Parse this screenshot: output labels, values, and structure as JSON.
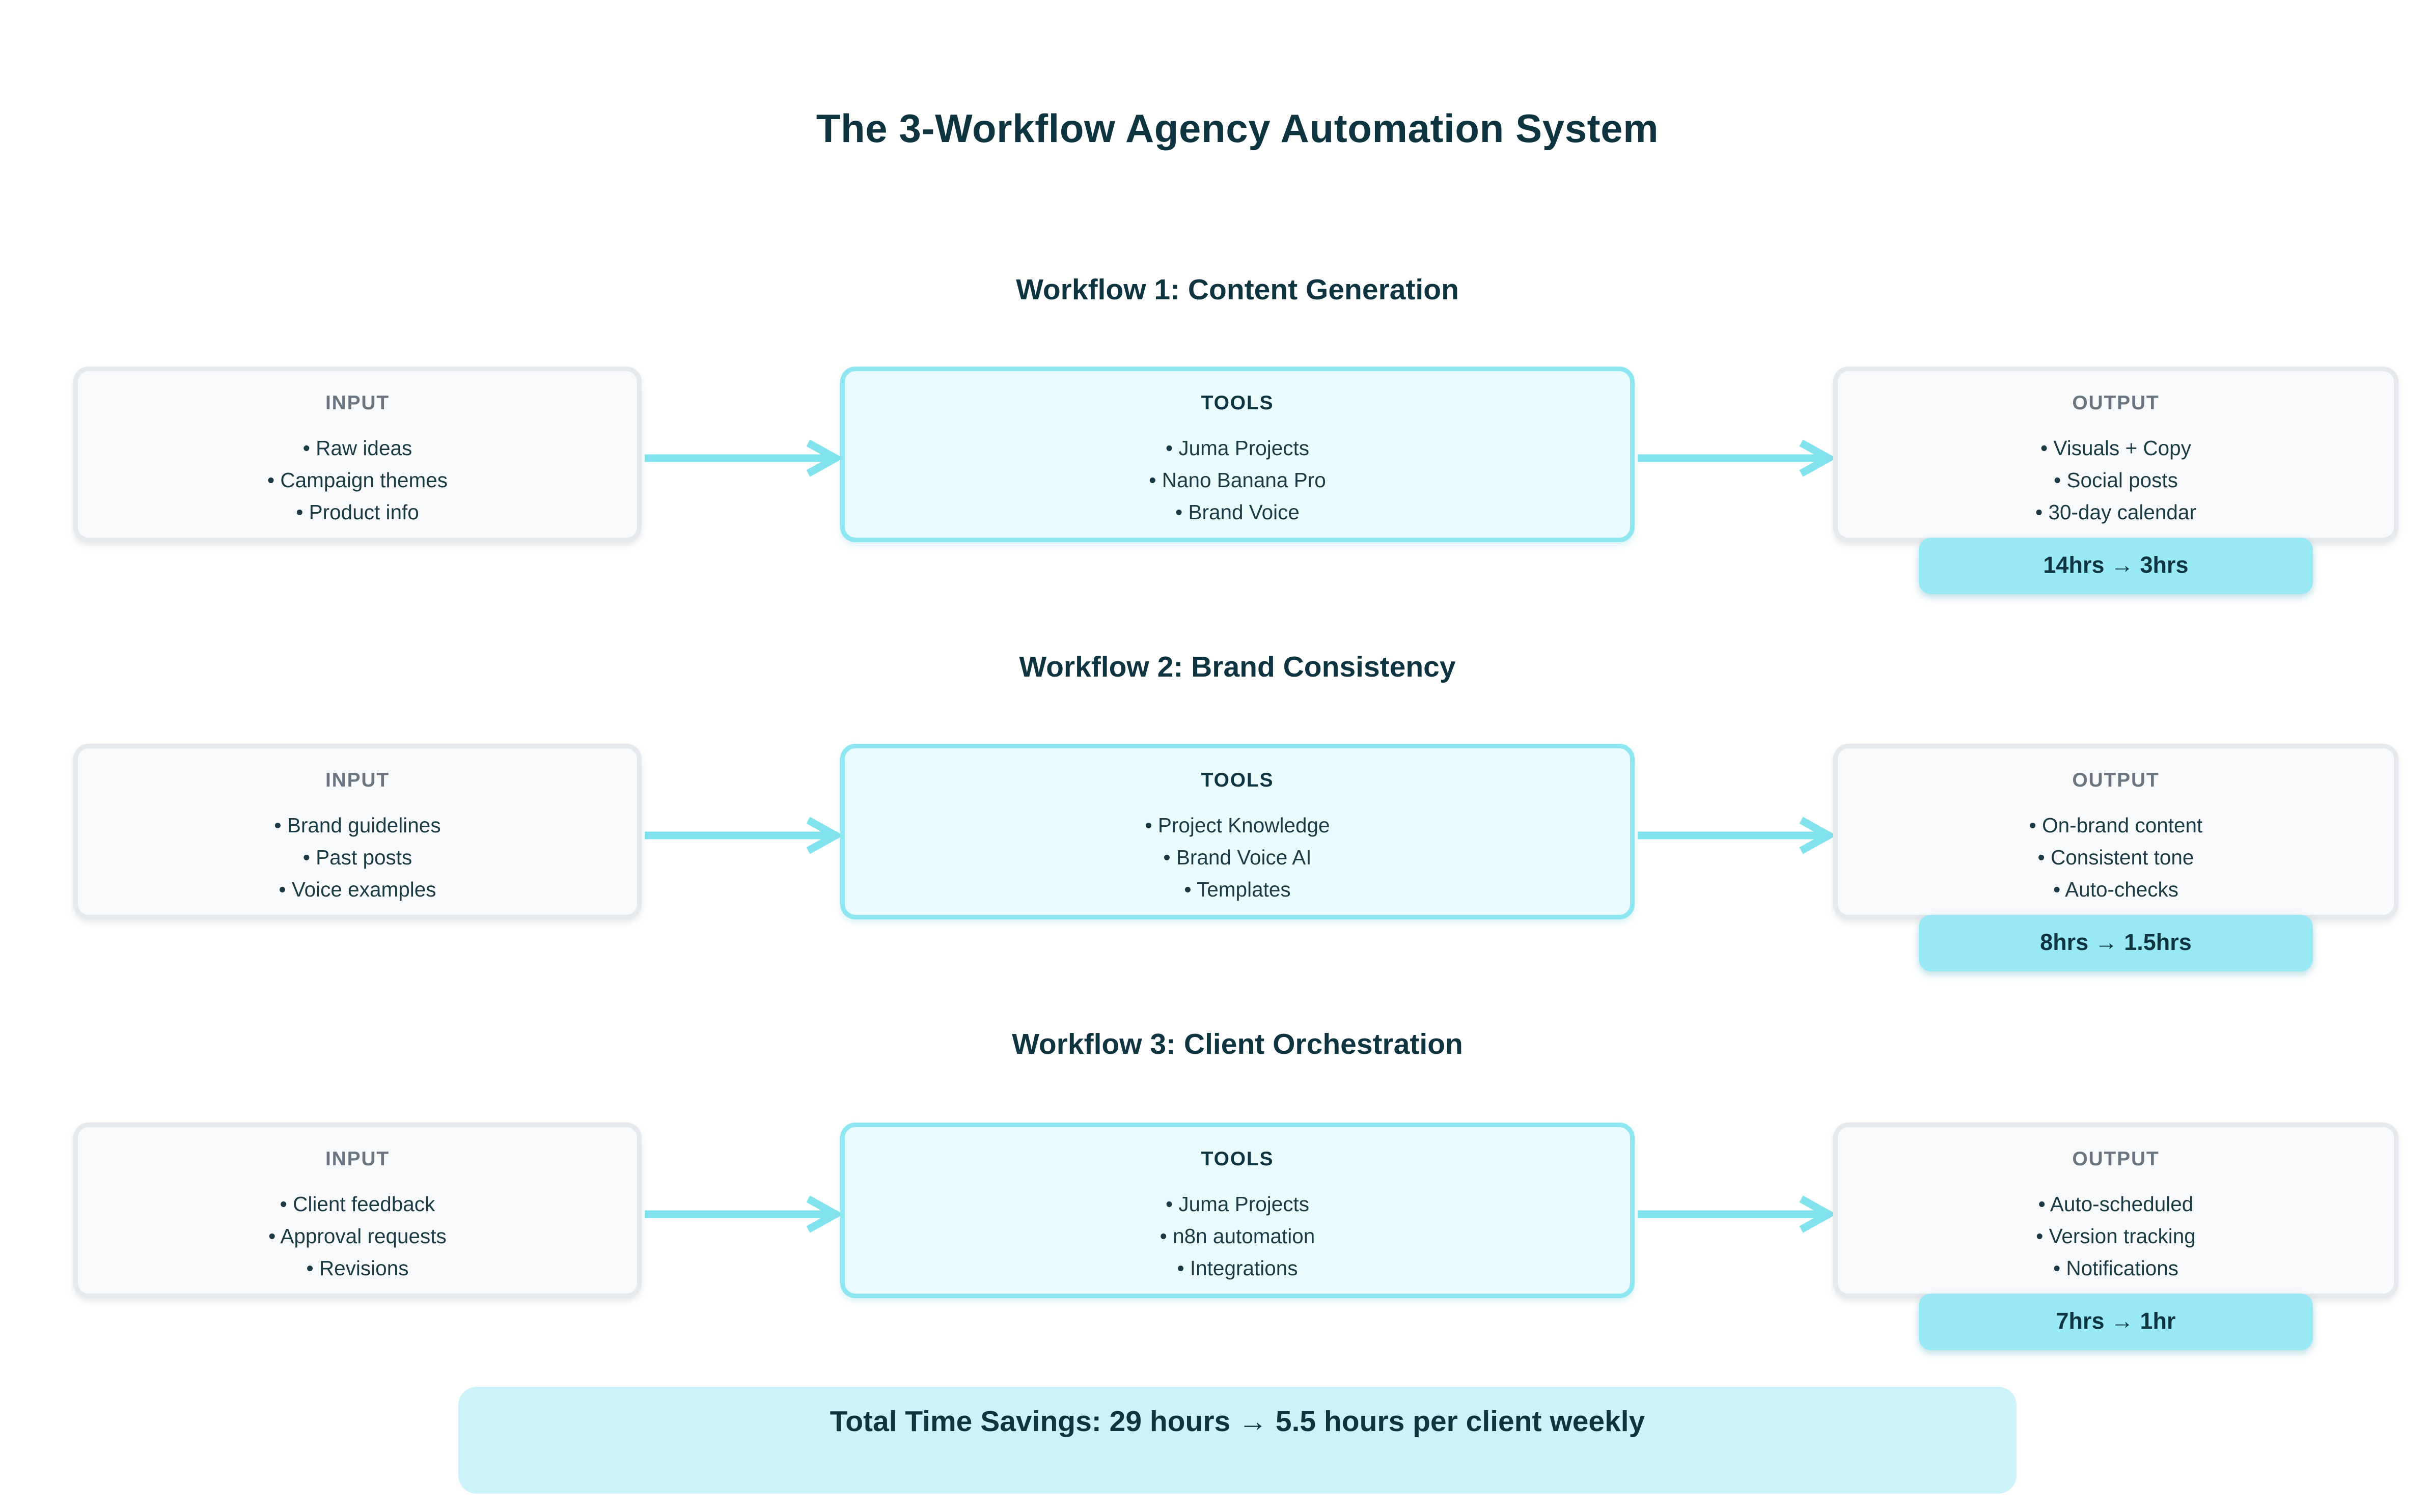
{
  "title": "The 3-Workflow Agency Automation System",
  "labels": {
    "input": "INPUT",
    "tools": "TOOLS",
    "output": "OUTPUT"
  },
  "workflows": [
    {
      "heading": "Workflow 1: Content Generation",
      "input": [
        "Raw ideas",
        "Campaign themes",
        "Product info"
      ],
      "tools": [
        "Juma Projects",
        "Nano Banana Pro",
        "Brand Voice"
      ],
      "output": [
        "Visuals + Copy",
        "Social posts",
        "30-day calendar"
      ],
      "time_saving": "14hrs → 3hrs"
    },
    {
      "heading": "Workflow 2: Brand Consistency",
      "input": [
        "Brand guidelines",
        "Past posts",
        "Voice examples"
      ],
      "tools": [
        "Project Knowledge",
        "Brand Voice AI",
        "Templates"
      ],
      "output": [
        "On-brand content",
        "Consistent tone",
        "Auto-checks"
      ],
      "time_saving": "8hrs → 1.5hrs"
    },
    {
      "heading": "Workflow 3: Client Orchestration",
      "input": [
        "Client feedback",
        "Approval requests",
        "Revisions"
      ],
      "tools": [
        "Juma Projects",
        "n8n automation",
        "Integrations"
      ],
      "output": [
        "Auto-scheduled",
        "Version tracking",
        "Notifications"
      ],
      "time_saving": "7hrs → 1hr"
    }
  ],
  "total_banner": "Total Time Savings: 29 hours → 5.5 hours per client weekly",
  "colors": {
    "text_dark": "#0e3440",
    "header_gray": "#6b7580",
    "io_box_fill": "#f8f9fb",
    "io_box_border": "#e5e8ec",
    "tools_box_fill": "#eafbfe",
    "tools_box_border": "#8ee6f0",
    "badge_fill": "#99e9f5",
    "banner_fill": "#cbf3f9",
    "arrow": "#82e3ee"
  }
}
